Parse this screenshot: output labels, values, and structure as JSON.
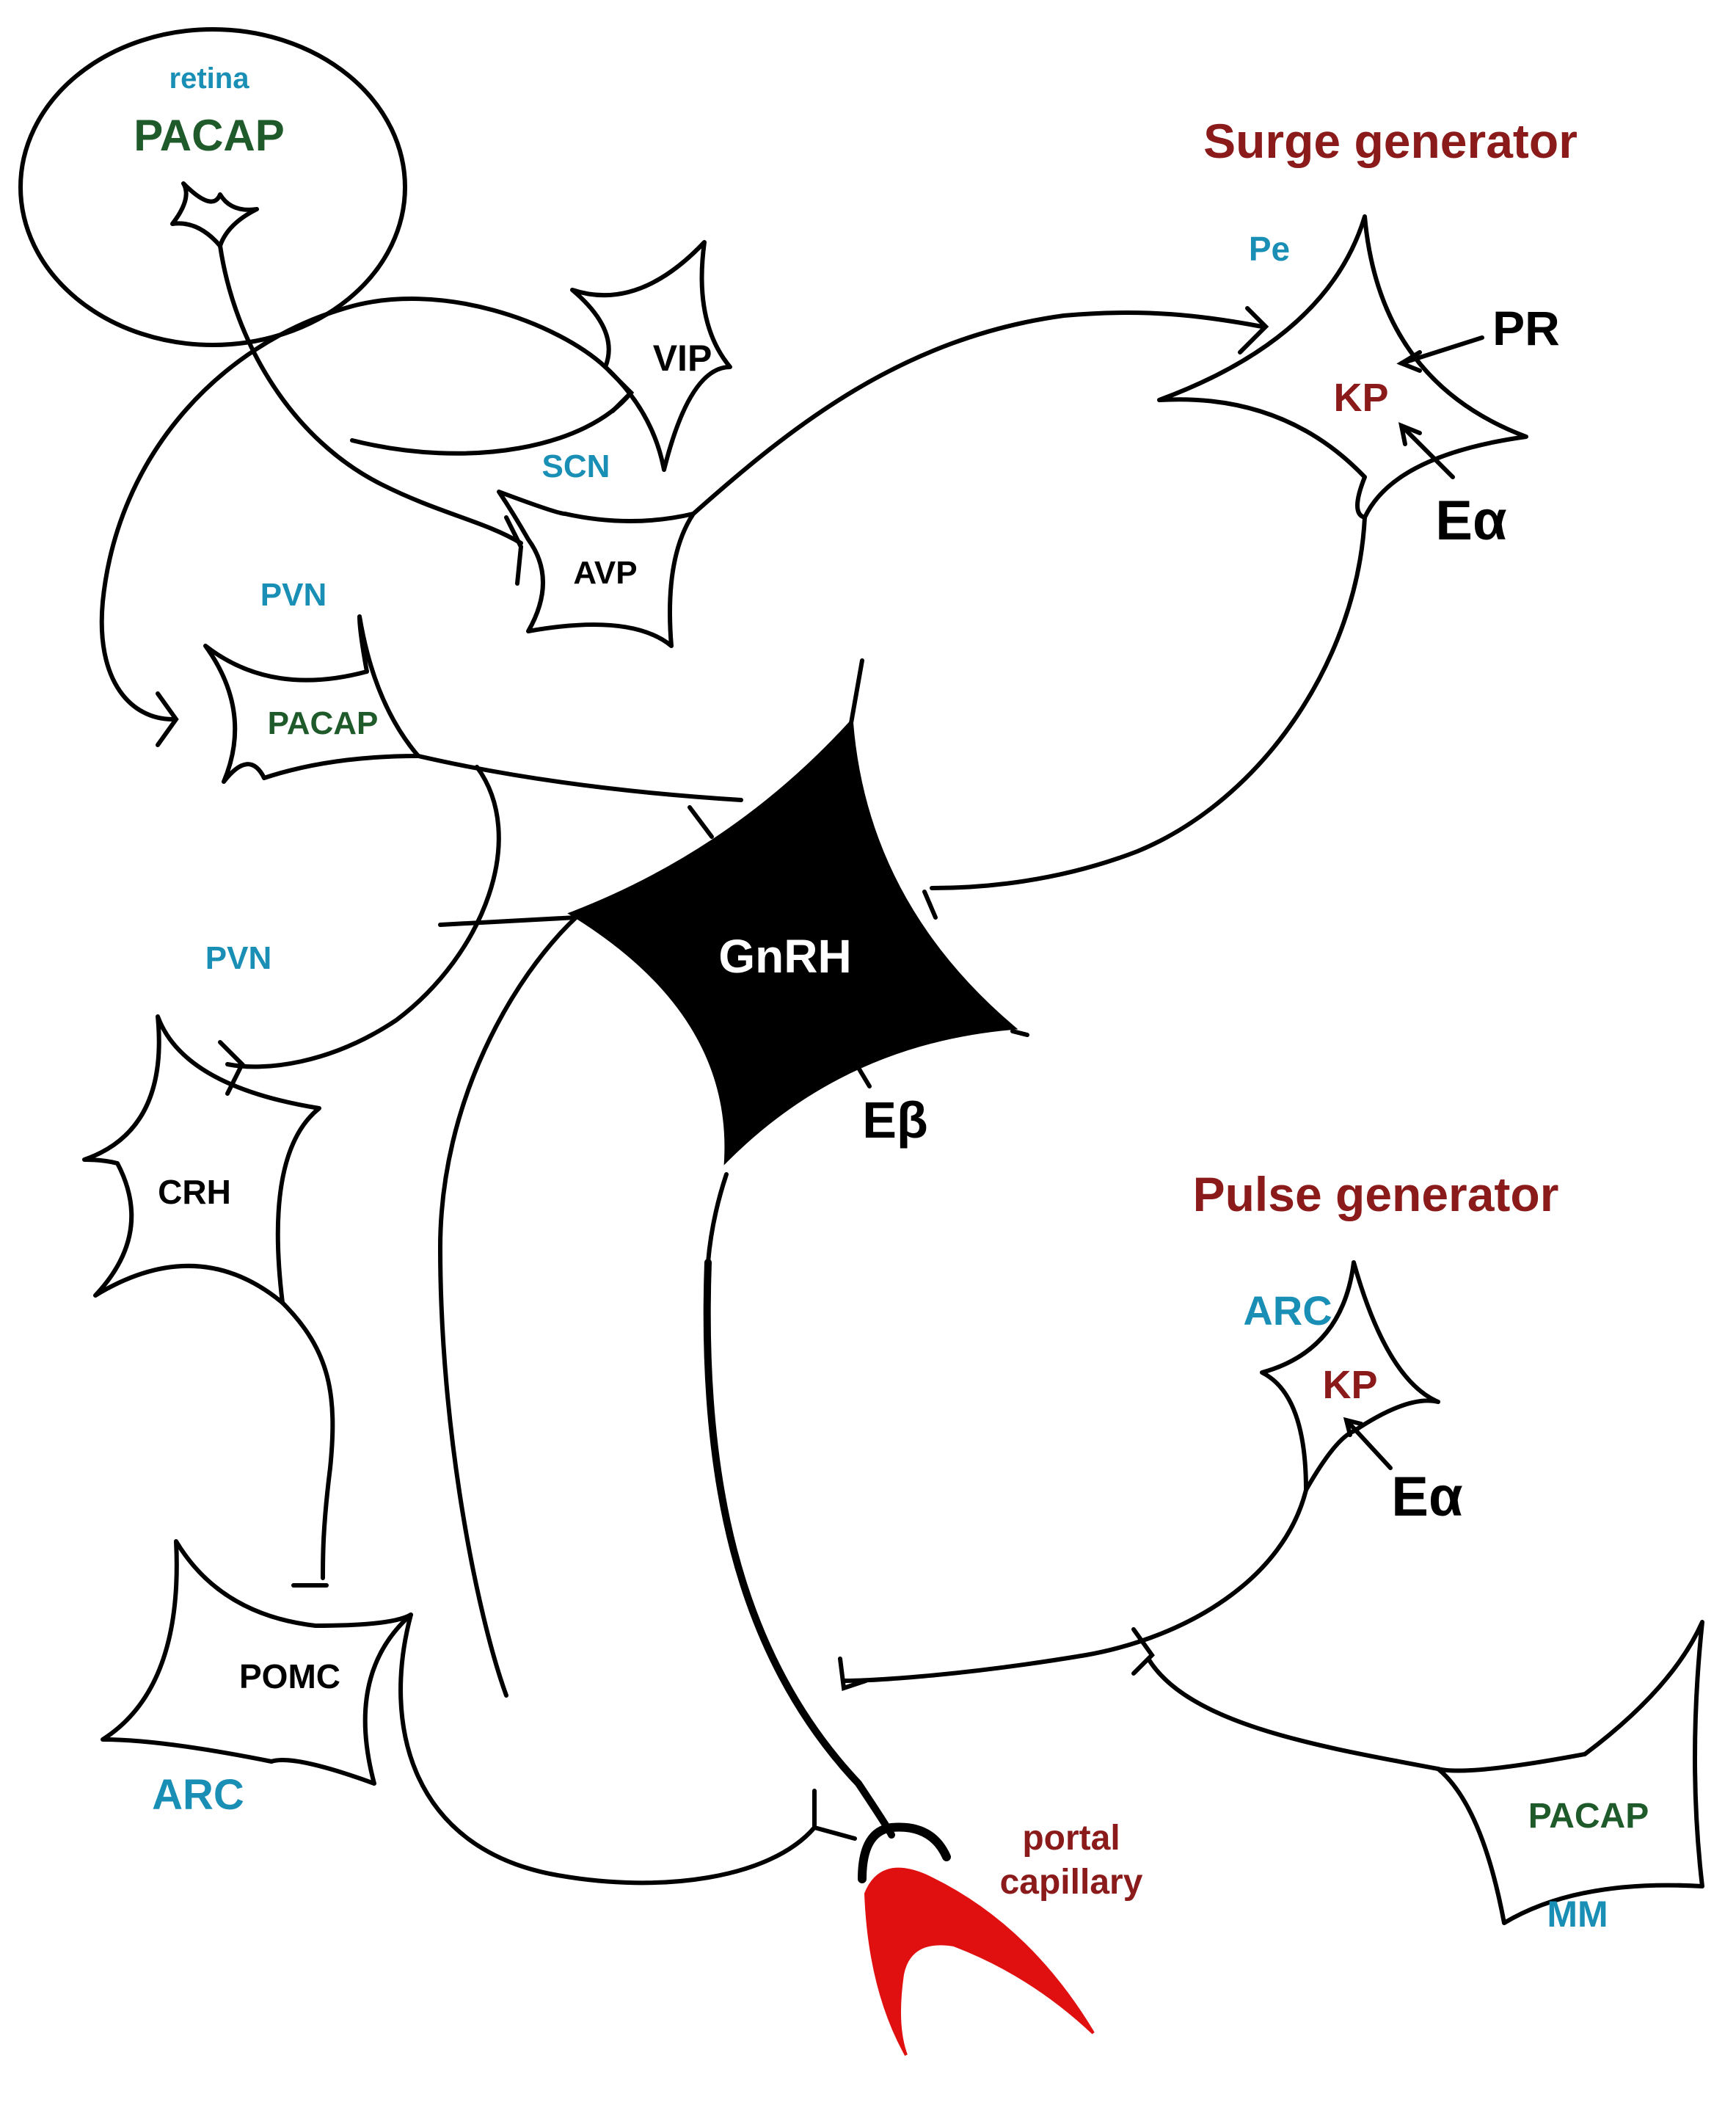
{
  "colors": {
    "region": "#1a8fb5",
    "peptide_green": "#1f5a2a",
    "generator_red": "#8b1a1a",
    "capillary_red": "#e01010",
    "neuron_black": "#000000"
  },
  "labels": {
    "retina": "retina",
    "retina_pacap": "PACAP",
    "vip": "VIP",
    "scn": "SCN",
    "avp": "AVP",
    "pvn_upper": "PVN",
    "pvn_pacap": "PACAP",
    "pvn_lower": "PVN",
    "crh": "CRH",
    "pomc": "POMC",
    "arc_left": "ARC",
    "gnrh": "GnRH",
    "e_beta": "Eβ",
    "surge_title": "Surge generator",
    "pe": "Pe",
    "pr": "PR",
    "kp_surge": "KP",
    "e_alpha_surge": "Eα",
    "pulse_title": "Pulse generator",
    "arc_right": "ARC",
    "kp_pulse": "KP",
    "e_alpha_pulse": "Eα",
    "mm_pacap": "PACAP",
    "mm": "MM",
    "portal_line1": "portal",
    "portal_line2": "capillary"
  }
}
